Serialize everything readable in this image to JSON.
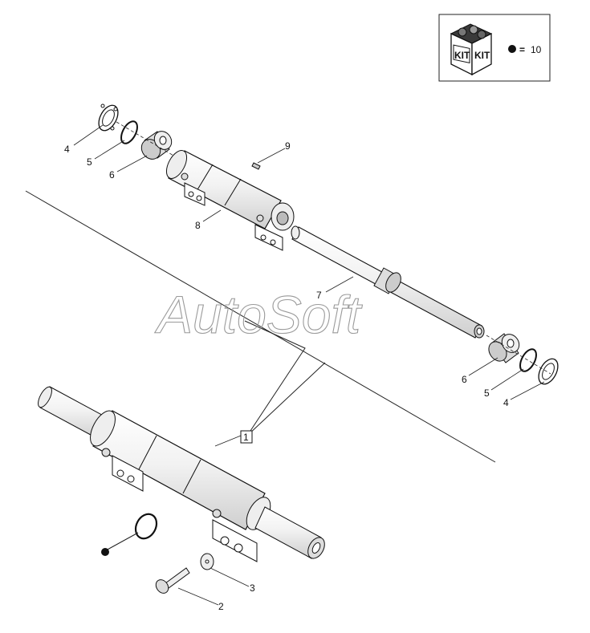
{
  "watermark": "AutoSoft",
  "kit_legend": {
    "badge_left": "KIT",
    "badge_right": "KIT",
    "equals": "=",
    "ref": "10"
  },
  "assembly_ref": "1",
  "callouts": {
    "bolt": "2",
    "washer": "3",
    "retainer_upper": "4",
    "oring_upper": "5",
    "bushing_upper": "6",
    "rod": "7",
    "body": "8",
    "fitting": "9",
    "bushing_lower": "6",
    "oring_lower": "5",
    "retainer_lower": "4"
  }
}
